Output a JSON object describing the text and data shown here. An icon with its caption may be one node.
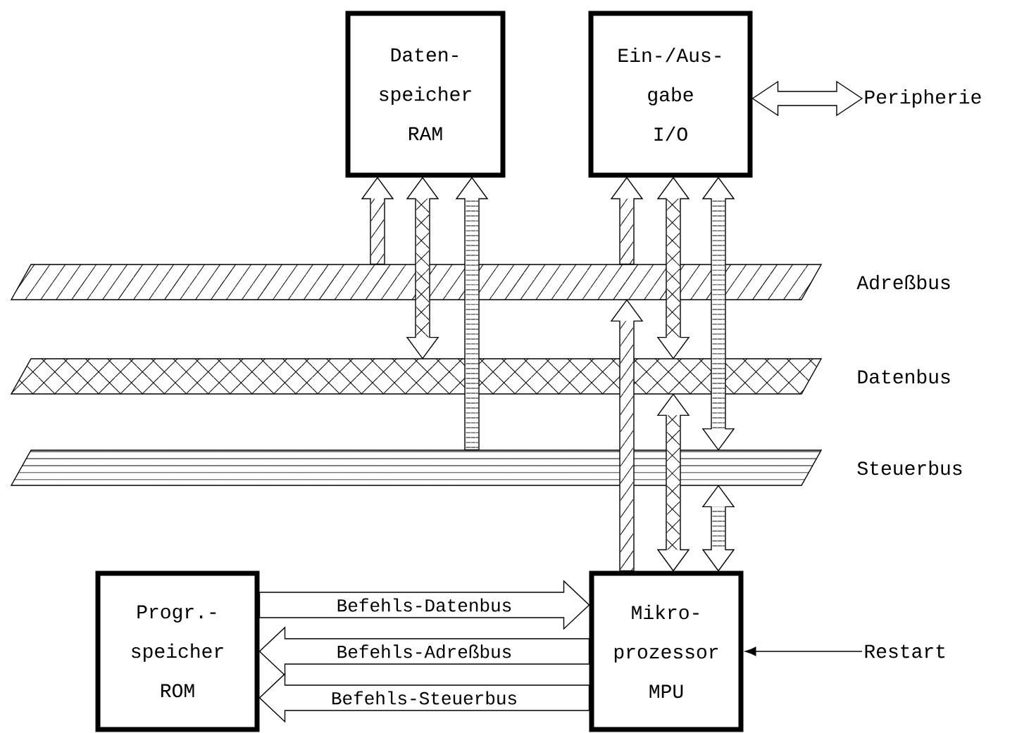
{
  "diagram": {
    "nodes": [
      {
        "text": [
          "Daten- speicher RAM"
        ]
      },
      {
        "text": [
          "Ein-/Aus- gabe I/O"
        ]
      },
      {
        "text": [],
        "shape": "bar",
        "beside": [
          "Adreßbus"
        ]
      },
      {
        "text": [],
        "shape": "bar",
        "beside": [
          "Datenbus"
        ]
      },
      {
        "text": [],
        "shape": "bar",
        "beside": [
          "Steuerbus"
        ]
      },
      {
        "text": [
          "Progr.- speicher ROM"
        ]
      },
      {
        "text": [
          "Mikro- prozessor MPU"
        ]
      },
      {
        "text": [
          "Peripherie"
        ]
      },
      {
        "text": [
          "Restart"
        ]
      }
    ],
    "edges": [
      {
        "from": 2,
        "to": 0,
        "arrow": "to"
      },
      {
        "from": 3,
        "to": 0,
        "arrow": "both"
      },
      {
        "from": 4,
        "to": 0,
        "arrow": "to"
      },
      {
        "from": 2,
        "to": 1,
        "arrow": "to"
      },
      {
        "from": 3,
        "to": 1,
        "arrow": "both"
      },
      {
        "from": 4,
        "to": 1,
        "arrow": "both"
      },
      {
        "from": 6,
        "to": 2,
        "arrow": "to"
      },
      {
        "from": 6,
        "to": 3,
        "arrow": "both"
      },
      {
        "from": 6,
        "to": 4,
        "arrow": "both"
      },
      {
        "from": 5,
        "to": 6,
        "arrow": "to",
        "label": "Befehls-Datenbus"
      },
      {
        "from": 6,
        "to": 5,
        "arrow": "to",
        "label": "Befehls-Adreßbus"
      },
      {
        "from": 6,
        "to": 5,
        "arrow": "to",
        "label": "Befehls-Steuerbus"
      },
      {
        "from": 1,
        "to": 7,
        "arrow": "both"
      },
      {
        "from": 8,
        "to": 6,
        "arrow": "to"
      }
    ]
  }
}
